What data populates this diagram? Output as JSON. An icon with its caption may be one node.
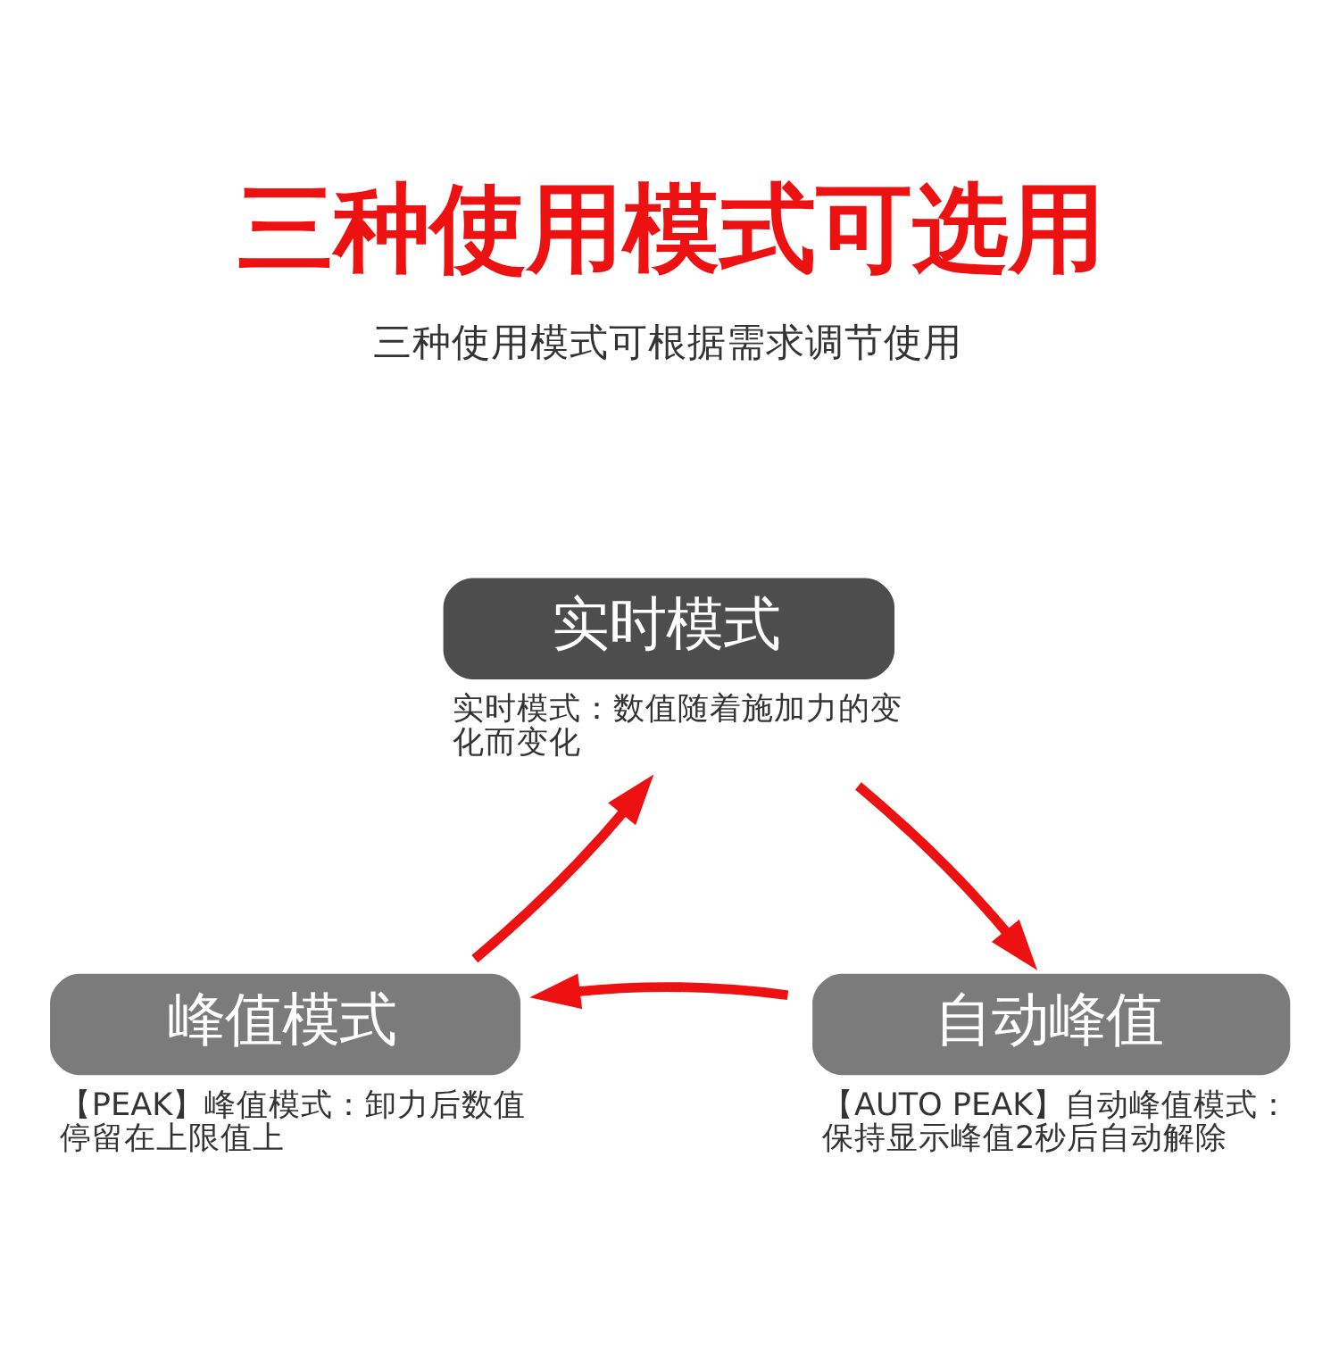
{
  "diagram": {
    "title": "三种使用模式可选用",
    "nodes": [
      {
        "text": [
          "实时模式"
        ],
        "beside": [
          "实时模式：数值随着施加力的变化而变化"
        ]
      },
      {
        "text": [
          "自动峰值"
        ],
        "beside": [
          "【AUTO PEAK】自动峰值模式：保持显示峰值2秒后自动解除"
        ]
      },
      {
        "text": [
          "峰值模式"
        ],
        "beside": [
          "【PEAK】峰值模式：卸力后数值停留在上限值上"
        ]
      }
    ],
    "edges": [
      {
        "from": 0,
        "to": 1,
        "arrow": "to"
      },
      {
        "from": 1,
        "to": 2,
        "arrow": "to"
      },
      {
        "from": 2,
        "to": 0,
        "arrow": "to"
      }
    ],
    "labels": [
      "三种使用模式可根据需求调节使用"
    ]
  }
}
